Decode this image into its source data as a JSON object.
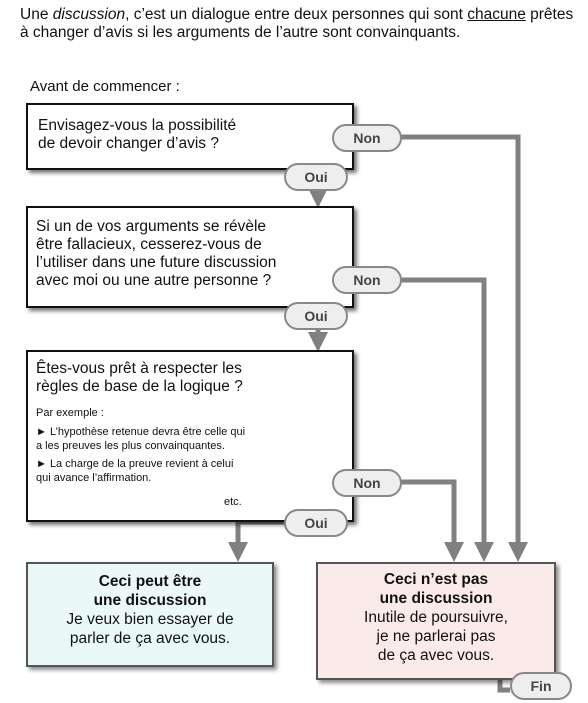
{
  "intro": {
    "p1": "Une ",
    "p2": "discussion",
    "p3": ", c’est un dialogue entre deux personnes qui sont ",
    "p4": "chacune",
    "p5": " prêtes à changer d’avis si les arguments de l’autre sont convainquants."
  },
  "before": "Avant de commencer :",
  "q1": {
    "line1": "Envisagez-vous la possibilité",
    "line2": "de devoir changer d’avis ?"
  },
  "q2": {
    "line1": "Si un de vos arguments se révèle",
    "line2": "être fallacieux, cesserez-vous de",
    "line3": "l’utiliser dans une future discussion",
    "line4": "avec moi ou une autre personne ?"
  },
  "q3": {
    "line1": "Êtes-vous prêt à respecter les",
    "line2": "règles de base de la logique ?",
    "example_label": "Par exemple :",
    "ex1_line1": "► L’hypothèse retenue devra être celle qui",
    "ex1_line2": "a les preuves les plus convainquantes.",
    "ex2_line1": "► La charge de la preuve revient à celui",
    "ex2_line2": "qui avance l’affirmation.",
    "etc": "etc."
  },
  "labels": {
    "non": "Non",
    "oui": "Oui",
    "fin": "Fin"
  },
  "result_yes": {
    "line1": "Ceci peut être",
    "line2": "une discussion",
    "line3": "Je veux bien essayer de",
    "line4": "parler de ça avec vous."
  },
  "result_no": {
    "line1": "Ceci n’est pas",
    "line2": "une discussion",
    "line3": "Inutile de poursuivre,",
    "line4": "je ne parlerai pas",
    "line5": "de ça avec vous."
  },
  "colors": {
    "arrow": "#808080",
    "yes_bg": "#eaf8f8",
    "no_bg": "#fbeaea"
  }
}
